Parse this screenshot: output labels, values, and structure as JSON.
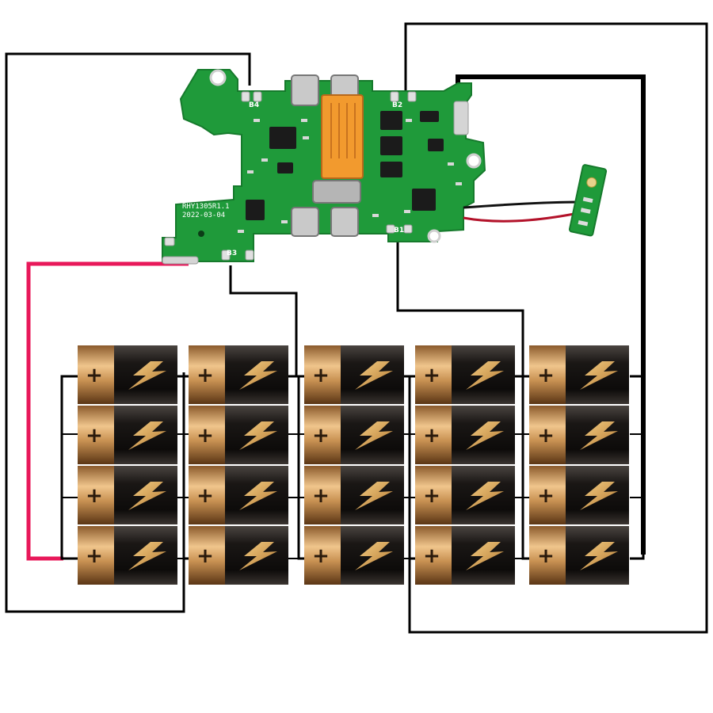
{
  "board": {
    "model_label": "RHY1305R1.1",
    "date_label": "2022-03-04",
    "pads": {
      "b1": "B1",
      "b2": "B2",
      "b3": "B3",
      "b4": "B4"
    }
  },
  "battery_pack": {
    "groups": 5,
    "cells_per_group": 4,
    "cell_terminal_symbol": "+"
  },
  "colors": {
    "pcb_green": "#1f9a3a",
    "connector_orange": "#f29a2e",
    "negative_lead_red": "#e8185a",
    "wire_black": "#000000",
    "cell_body": "#161412",
    "cell_cap": "#c8955a",
    "lightning": "#e3a645"
  },
  "icons": {
    "cell_icon": "battery-cell-icon",
    "bolt_icon": "lightning-bolt-icon"
  }
}
